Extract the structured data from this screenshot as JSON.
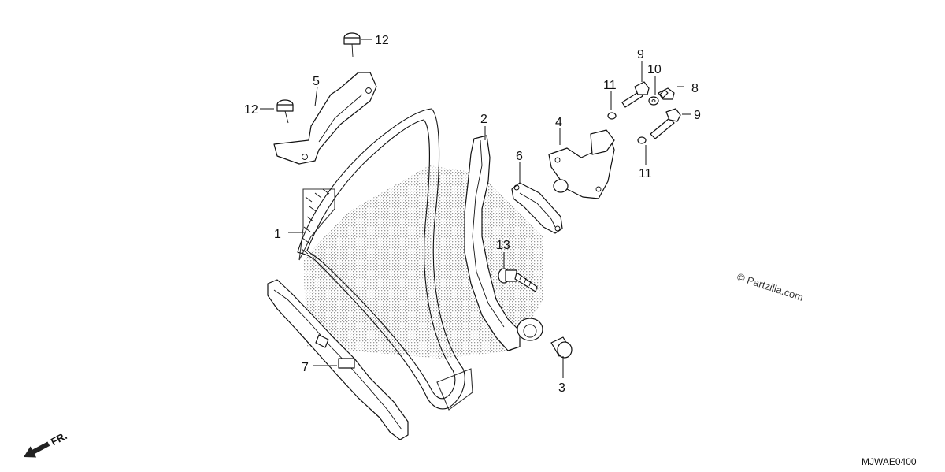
{
  "diagram": {
    "callouts": [
      {
        "id": "c1",
        "text": "1"
      },
      {
        "id": "c2",
        "text": "2"
      },
      {
        "id": "c3",
        "text": "3"
      },
      {
        "id": "c4",
        "text": "4"
      },
      {
        "id": "c5",
        "text": "5"
      },
      {
        "id": "c6",
        "text": "6"
      },
      {
        "id": "c7",
        "text": "7"
      },
      {
        "id": "c8",
        "text": "8"
      },
      {
        "id": "c9a",
        "text": "9"
      },
      {
        "id": "c9b",
        "text": "9"
      },
      {
        "id": "c10",
        "text": "10"
      },
      {
        "id": "c11a",
        "text": "11"
      },
      {
        "id": "c11b",
        "text": "11"
      },
      {
        "id": "c12a",
        "text": "12"
      },
      {
        "id": "c12b",
        "text": "12"
      },
      {
        "id": "c13",
        "text": "13"
      }
    ],
    "front_indicator": "FR.",
    "watermark": "© Partzilla.com",
    "diagram_code": "MJWAE0400"
  }
}
